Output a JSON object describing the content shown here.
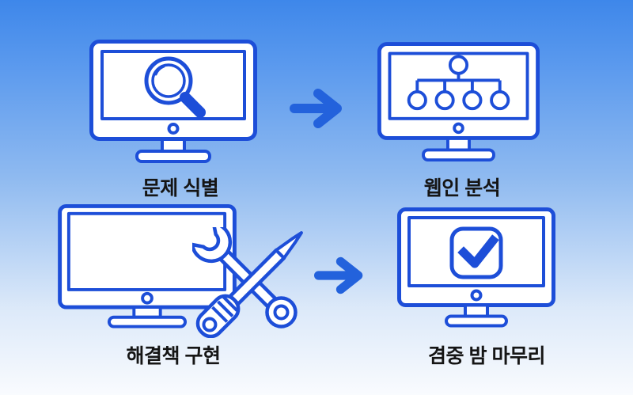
{
  "colors": {
    "bg_top": "#3e87ea",
    "bg_bottom": "#f9fbfe",
    "outline": "#1d4ed8",
    "arrow": "#2362dc",
    "label_text": "#151515",
    "fill": "#ffffff"
  },
  "steps": [
    {
      "id": "problem-identification",
      "label": "문제 식별",
      "icon": "magnifier-monitor-icon"
    },
    {
      "id": "cause-analysis",
      "label": "웹인 분석",
      "icon": "org-chart-monitor-icon"
    },
    {
      "id": "solution-implementation",
      "label": "해결책 구현",
      "icon": "tools-monitor-icon"
    },
    {
      "id": "verification-finish",
      "label": "겸중 밤 마무리",
      "icon": "checkbox-monitor-icon"
    }
  ],
  "arrows": [
    {
      "id": "arrow-top",
      "direction": "right"
    },
    {
      "id": "arrow-bottom",
      "direction": "right"
    }
  ]
}
